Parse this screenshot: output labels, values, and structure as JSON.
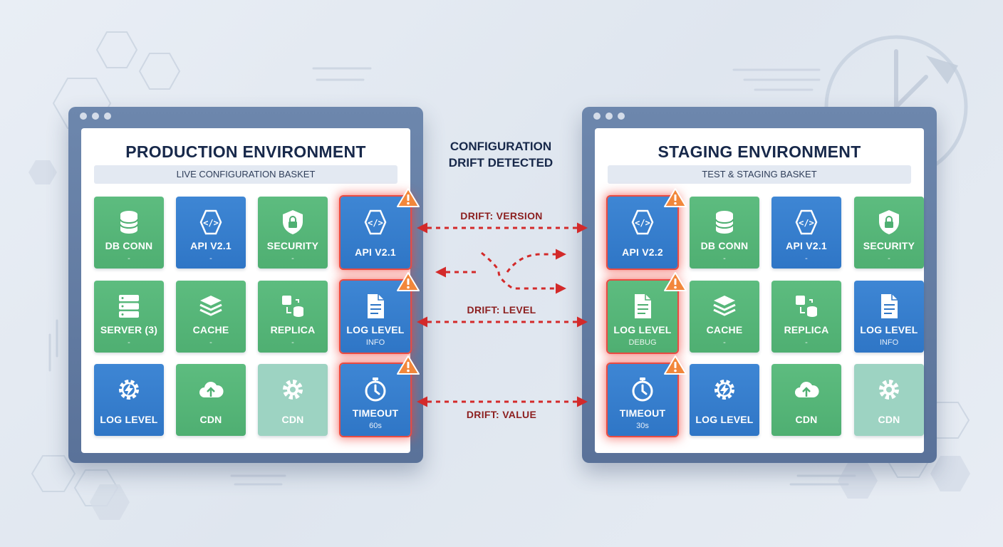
{
  "drift_heading": [
    "CONFIGURATION",
    "DRIFT DETECTED"
  ],
  "colors": {
    "green": "#4faf72",
    "blue": "#2f76c6",
    "faded": "#9dd3c2",
    "alert": "#e84b42",
    "drift_text": "#8c1f1f",
    "title_text": "#17284a"
  },
  "production": {
    "title": "PRODUCTION ENVIRONMENT",
    "subtitle": "LIVE CONFIGURATION BASKET",
    "tiles": [
      {
        "label": "DB CONN",
        "value": "-",
        "color": "green",
        "icon": "database-icon",
        "alert": false
      },
      {
        "label": "API V2.1",
        "value": "-",
        "color": "blue",
        "icon": "code-icon",
        "alert": false
      },
      {
        "label": "SECURITY",
        "value": "-",
        "color": "green",
        "icon": "shield-icon",
        "alert": false
      },
      {
        "label": "API V2.1",
        "value": "",
        "color": "blue",
        "icon": "code-icon",
        "alert": true
      },
      {
        "label": "SERVER (3)",
        "value": "-",
        "color": "green",
        "icon": "server-icon",
        "alert": false
      },
      {
        "label": "CACHE",
        "value": "-",
        "color": "green",
        "icon": "layers-icon",
        "alert": false
      },
      {
        "label": "REPLICA",
        "value": "-",
        "color": "green",
        "icon": "replica-icon",
        "alert": false
      },
      {
        "label": "LOG LEVEL",
        "value": "INFO",
        "color": "blue",
        "icon": "document-icon",
        "alert": true
      },
      {
        "label": "LOG LEVEL",
        "value": "",
        "color": "blue",
        "icon": "bolt-gear-icon",
        "alert": false
      },
      {
        "label": "CDN",
        "value": "",
        "color": "green",
        "icon": "cloud-upload-icon",
        "alert": false
      },
      {
        "label": "CDN",
        "value": "",
        "color": "faded",
        "icon": "gear-icon",
        "alert": false
      },
      {
        "label": "TIMEOUT",
        "value": "60s",
        "color": "blue",
        "icon": "stopwatch-icon",
        "alert": true
      }
    ]
  },
  "staging": {
    "title": "STAGING ENVIRONMENT",
    "subtitle": "TEST & STAGING BASKET",
    "tiles": [
      {
        "label": "API V2.2",
        "value": "",
        "color": "blue",
        "icon": "code-icon",
        "alert": true
      },
      {
        "label": "DB CONN",
        "value": "-",
        "color": "green",
        "icon": "database-icon",
        "alert": false
      },
      {
        "label": "API V2.1",
        "value": "-",
        "color": "blue",
        "icon": "code-icon",
        "alert": false
      },
      {
        "label": "SECURITY",
        "value": "-",
        "color": "green",
        "icon": "shield-icon",
        "alert": false
      },
      {
        "label": "LOG LEVEL",
        "value": "DEBUG",
        "color": "green",
        "icon": "document-icon",
        "alert": true
      },
      {
        "label": "CACHE",
        "value": "-",
        "color": "green",
        "icon": "layers-icon",
        "alert": false
      },
      {
        "label": "REPLICA",
        "value": "-",
        "color": "green",
        "icon": "replica-icon",
        "alert": false
      },
      {
        "label": "LOG LEVEL",
        "value": "INFO",
        "color": "blue",
        "icon": "document-icon",
        "alert": false
      },
      {
        "label": "TIMEOUT",
        "value": "30s",
        "color": "blue",
        "icon": "stopwatch-icon",
        "alert": true
      },
      {
        "label": "LOG LEVEL",
        "value": "",
        "color": "blue",
        "icon": "bolt-gear-icon",
        "alert": false
      },
      {
        "label": "CDN",
        "value": "",
        "color": "green",
        "icon": "cloud-upload-icon",
        "alert": false
      },
      {
        "label": "CDN",
        "value": "",
        "color": "faded",
        "icon": "gear-icon",
        "alert": false
      }
    ]
  },
  "drifts": [
    {
      "label": "DRIFT: VERSION"
    },
    {
      "label": "DRIFT: LEVEL"
    },
    {
      "label": "DRIFT: VALUE"
    }
  ]
}
